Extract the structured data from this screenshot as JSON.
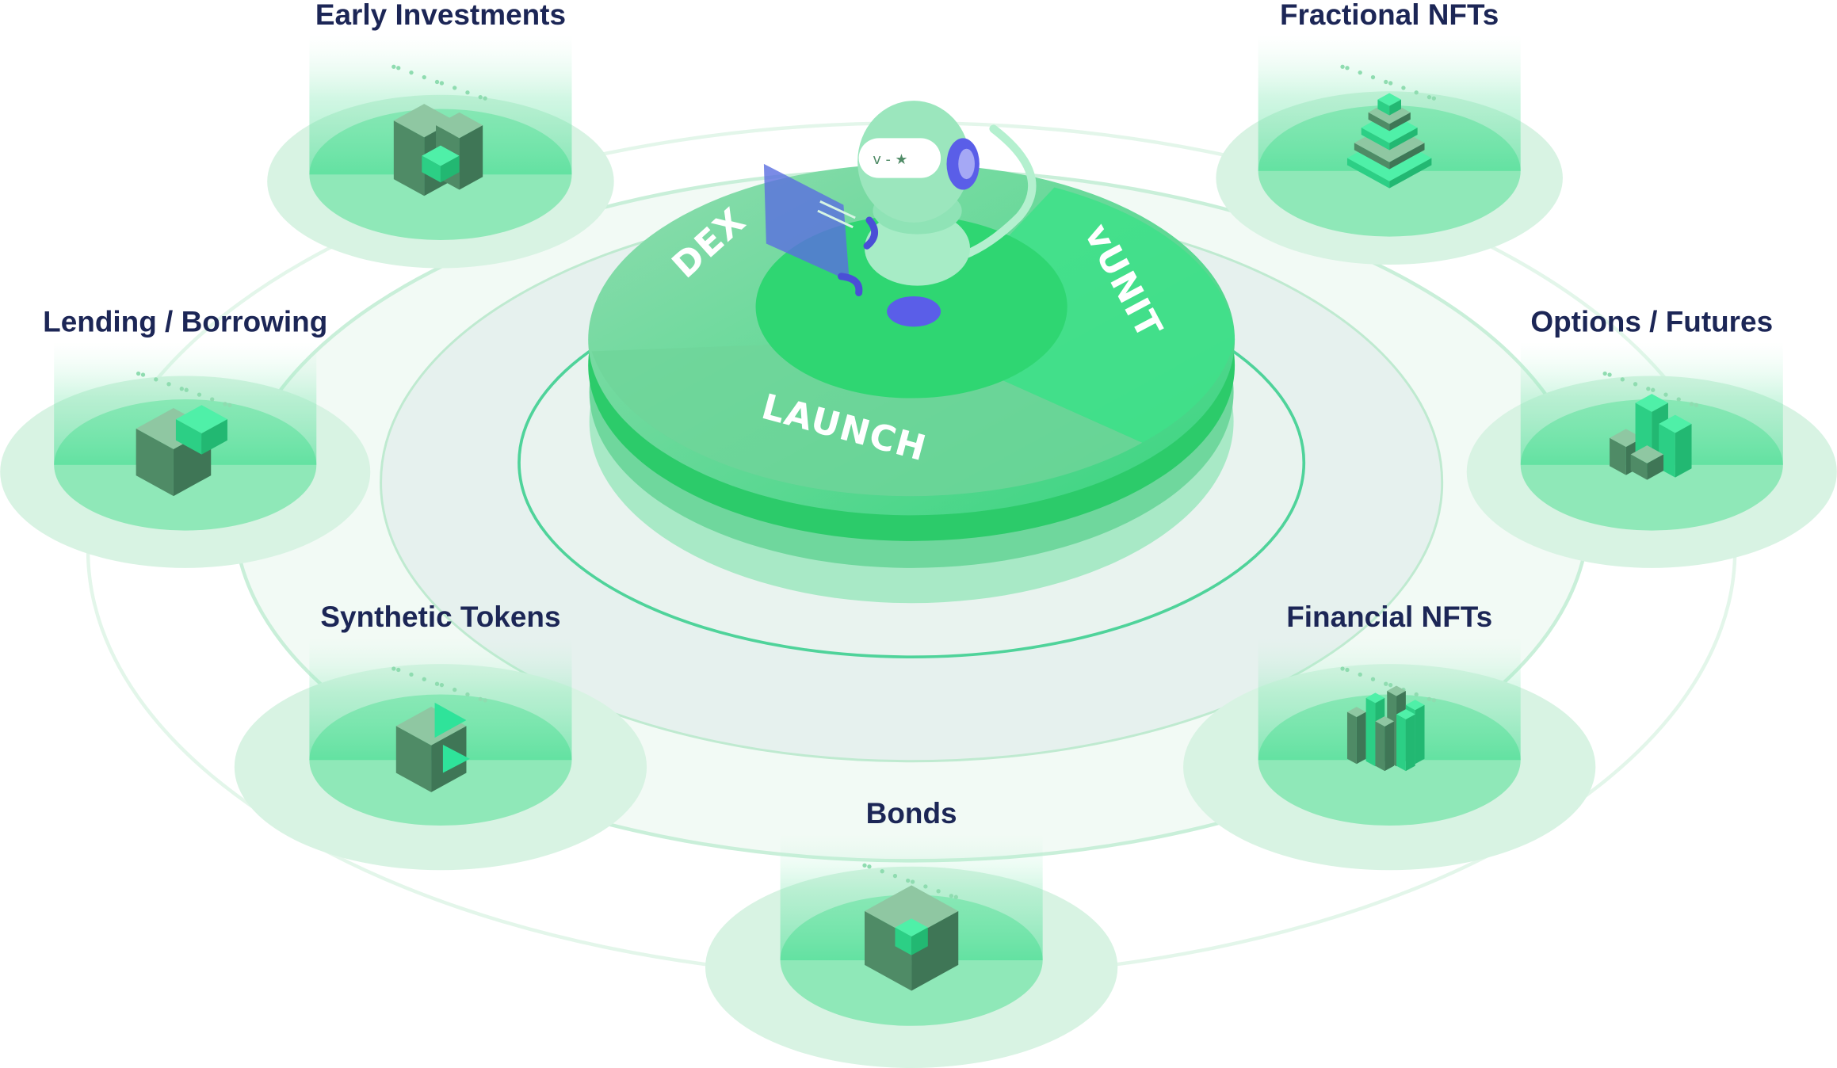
{
  "center": {
    "segments": [
      "DEX",
      "vUNIT",
      "LAUNCH"
    ],
    "mascot": "robot-with-tablet"
  },
  "nodes": [
    {
      "label": "Early Investments",
      "icon": "early-investments-cube-icon"
    },
    {
      "label": "Fractional NFTs",
      "icon": "fractional-nfts-stack-icon"
    },
    {
      "label": "Lending / Borrowing",
      "icon": "lending-borrowing-c-block-icon"
    },
    {
      "label": "Options / Futures",
      "icon": "options-futures-bars-icon"
    },
    {
      "label": "Synthetic Tokens",
      "icon": "synthetic-tokens-play-block-icon"
    },
    {
      "label": "Financial NFTs",
      "icon": "financial-nfts-towers-icon"
    },
    {
      "label": "Bonds",
      "icon": "bonds-hollow-cube-icon"
    }
  ],
  "colors": {
    "label": "#1c2656",
    "green_bright": "#2fe08a",
    "green_dark": "#4f8b66",
    "accent_blue": "#5a5ee8"
  }
}
